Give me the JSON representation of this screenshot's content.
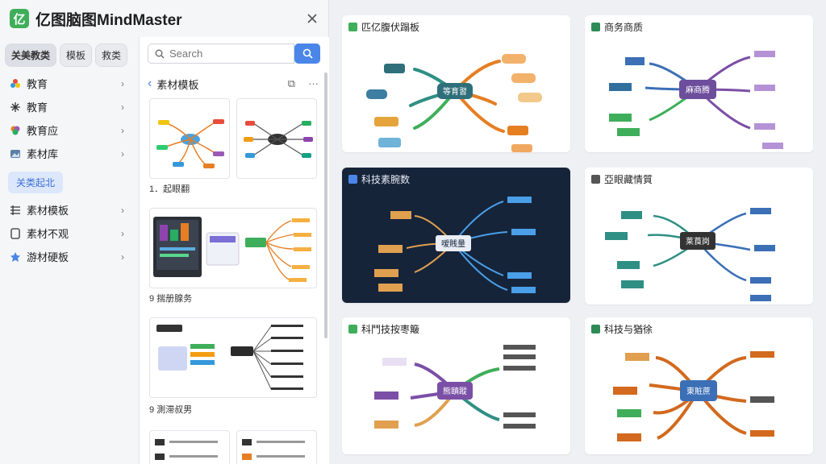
{
  "app": {
    "title": "亿图脑图MindMaster",
    "logo_char": "亿",
    "brand_color": "#3fae5a"
  },
  "tabs": [
    {
      "label": "关美教类"
    },
    {
      "label": "模板"
    },
    {
      "label": "救类"
    }
  ],
  "categories": [
    {
      "label": "教育",
      "icon": "flower-icon"
    },
    {
      "label": "教育",
      "icon": "sparkle-icon"
    },
    {
      "label": "教育应",
      "icon": "palette-icon"
    },
    {
      "label": "素材库",
      "icon": "image-icon"
    }
  ],
  "selected_category": "关类起北",
  "categories2": [
    {
      "label": "素材模板",
      "icon": "layout-icon"
    },
    {
      "label": "素材不观",
      "icon": "document-icon"
    },
    {
      "label": "游材硬板",
      "icon": "puzzle-icon"
    }
  ],
  "search": {
    "placeholder": "Search"
  },
  "template_list": {
    "header": "素材模板",
    "items": [
      {
        "caption": "1．起眼翻"
      },
      {
        "caption": "9  揣册腺务"
      },
      {
        "caption": "9  測滞叔男"
      }
    ]
  },
  "gallery": [
    {
      "title": "匹亿腹伏蹋板",
      "center": "等育習",
      "icon_color": "#3fae5a"
    },
    {
      "title": "商务商质",
      "center": "麻商腾",
      "icon_color": "#2e8b57"
    },
    {
      "title": "科技素腕数",
      "center": "嗳賎量",
      "icon_color": "#4a86e8"
    },
    {
      "title": "亞眼藏情質",
      "center": "莱莨岗",
      "icon_color": "#555555"
    },
    {
      "title": "科鬥技按枣簸",
      "center": "熊賾蹤",
      "icon_color": "#3fae5a"
    },
    {
      "title": "科技与猶徐",
      "center": "東賍蔗",
      "icon_color": "#2e8b57"
    }
  ],
  "colors": {
    "accent": "#4a86e8",
    "selected_bg": "#dde7fb"
  }
}
